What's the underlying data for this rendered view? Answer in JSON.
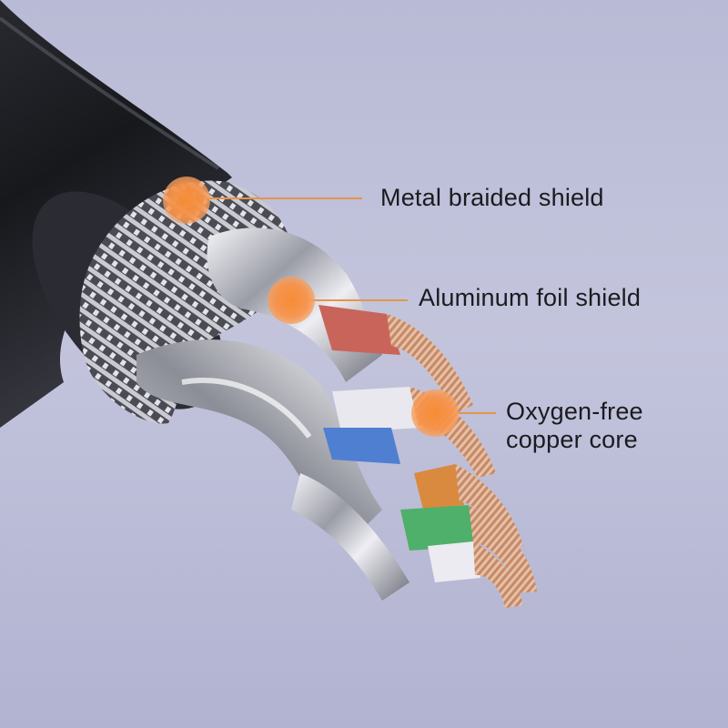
{
  "callouts": {
    "braid": {
      "lines": [
        "Metal braided shield"
      ],
      "icon": "orange-dot-marker"
    },
    "foil": {
      "lines": [
        "Aluminum foil shield"
      ],
      "icon": "orange-dot-marker"
    },
    "copper": {
      "lines": [
        "Oxygen-free",
        "copper core"
      ],
      "icon": "orange-dot-marker"
    }
  },
  "colors": {
    "background": "#bcbdd8",
    "jacket": "#1e1f24",
    "marker": "#f58e3c",
    "leader": "#e8934a",
    "insulation_red": "#c9645a",
    "insulation_white": "#e8e8ee",
    "insulation_blue": "#4f7fd1",
    "insulation_orange": "#d98a3e",
    "insulation_green": "#4eb06a",
    "copper": "#c98f6e"
  }
}
